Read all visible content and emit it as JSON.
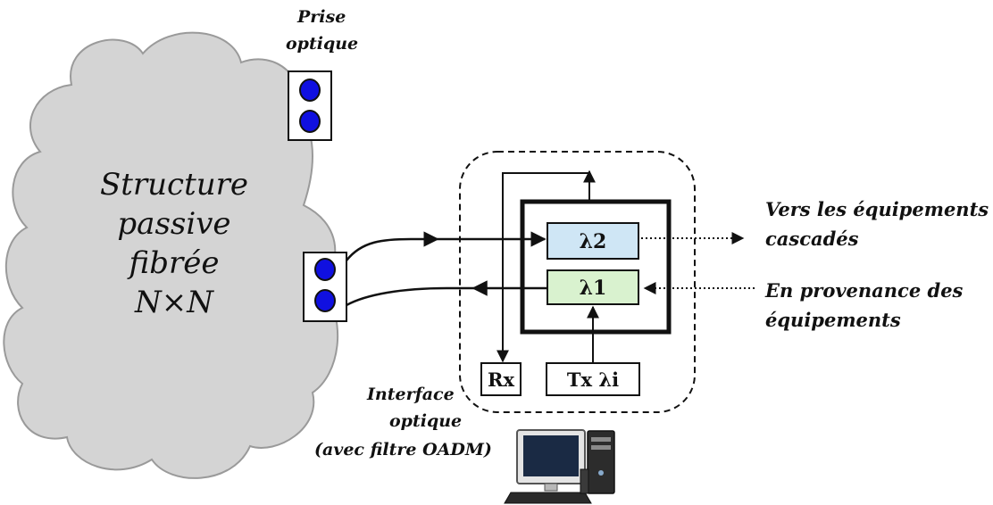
{
  "labels": {
    "prise_line1": "Prise",
    "prise_line2": "optique",
    "cloud_line1": "Structure",
    "cloud_line2": "passive",
    "cloud_line3": "fibrée",
    "cloud_line4": "N×N",
    "lambda2": "λ2",
    "lambda1": "λ1",
    "rx": "Rx",
    "tx": "Tx λi",
    "out_line1": "Vers les équipements",
    "out_line2": "cascadés",
    "in_line1": "En provenance des",
    "in_line2": "équipements",
    "iface_line1": "Interface",
    "iface_line2": "optique",
    "iface_line3": "(avec filtre OADM)"
  },
  "colors": {
    "cloud_fill": "#d4d4d4",
    "port_dot": "#1010e0",
    "lambda2_fill": "#cfe6f5",
    "lambda1_fill": "#d9f2cf"
  },
  "icons": {
    "computer": "desktop-computer-icon"
  }
}
